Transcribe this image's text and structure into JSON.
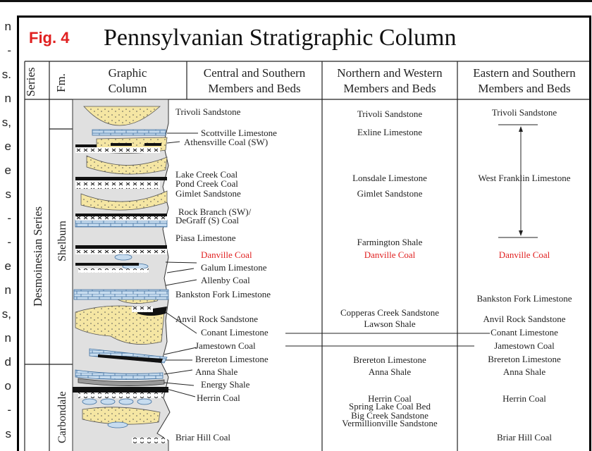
{
  "side_text": [
    "n",
    "-",
    "s.",
    "n",
    "s,",
    "e",
    "e",
    "s",
    "-",
    "-",
    "e",
    "n",
    "s,",
    "n",
    "d",
    "o",
    "-",
    "s"
  ],
  "figure": {
    "label": "Fig. 4",
    "title": "Pennsylvanian Stratigraphic Column"
  },
  "headers": {
    "series": "Series",
    "fm": "Fm.",
    "graphic_1": "Graphic",
    "graphic_2": "Column",
    "central_1": "Central and Southern",
    "central_2": "Members and Beds",
    "northern_1": "Northern and Western",
    "northern_2": "Members and Beds",
    "eastern_1": "Eastern and Southern",
    "eastern_2": "Members and Beds"
  },
  "series_label": "Desmoinesian Series",
  "formations": {
    "shelburn": "Shelburn",
    "carbondale": "Carbondale"
  },
  "central": {
    "trivoli": "Trivoli Sandstone",
    "scottville": "Scottville Limestone",
    "athensville": "Athensville Coal (SW)",
    "lake_creek": "Lake Creek Coal",
    "pond_creek": "Pond Creek Coal",
    "gimlet": "Gimlet Sandstone",
    "rock_branch": "Rock Branch (SW)/",
    "degraff": "DeGraff (S) Coal",
    "piasa": "Piasa Limestone",
    "danville": "Danville Coal",
    "galum": "Galum Limestone",
    "allenby": "Allenby Coal",
    "bankston": "Bankston Fork Limestone",
    "anvil_rock": "Anvil Rock Sandstone",
    "conant": "Conant Limestone",
    "jamestown": "Jamestown Coal",
    "brereton": "Brereton Limestone",
    "anna": "Anna Shale",
    "energy": "Energy Shale",
    "herrin": "Herrin Coal",
    "briar_hill": "Briar Hill Coal"
  },
  "northern": {
    "trivoli": "Trivoli Sandstone",
    "exline": "Exline Limestone",
    "lonsdale": "Lonsdale Limestone",
    "gimlet": "Gimlet Sandstone",
    "farmington": "Farmington Shale",
    "danville": "Danville Coal",
    "copperas": "Copperas Creek Sandstone",
    "lawson": "Lawson Shale",
    "brereton": "Brereton Limestone",
    "anna": "Anna Shale",
    "herrin": "Herrin Coal",
    "spring_lake": "Spring Lake Coal Bed",
    "big_creek": "Big Creek Sandstone",
    "vermillionville": "Vermillionville Sandstone"
  },
  "eastern": {
    "trivoli": "Trivoli Sandstone",
    "west_franklin": "West Franklin Limestone",
    "danville": "Danville Coal",
    "bankston": "Bankston Fork Limestone",
    "anvil_rock": "Anvil Rock Sandstone",
    "conant": "Conant Limestone",
    "jamestown": "Jamestown Coal",
    "brereton": "Brereton Limestone",
    "anna": "Anna Shale",
    "herrin": "Herrin Coal",
    "briar_hill": "Briar Hill Coal"
  },
  "colors": {
    "highlight": "#e02020",
    "sandstone": "#f5e6a3",
    "limestone": "#c7dcef",
    "shale": "#e0e0e0",
    "coal": "#111111"
  }
}
